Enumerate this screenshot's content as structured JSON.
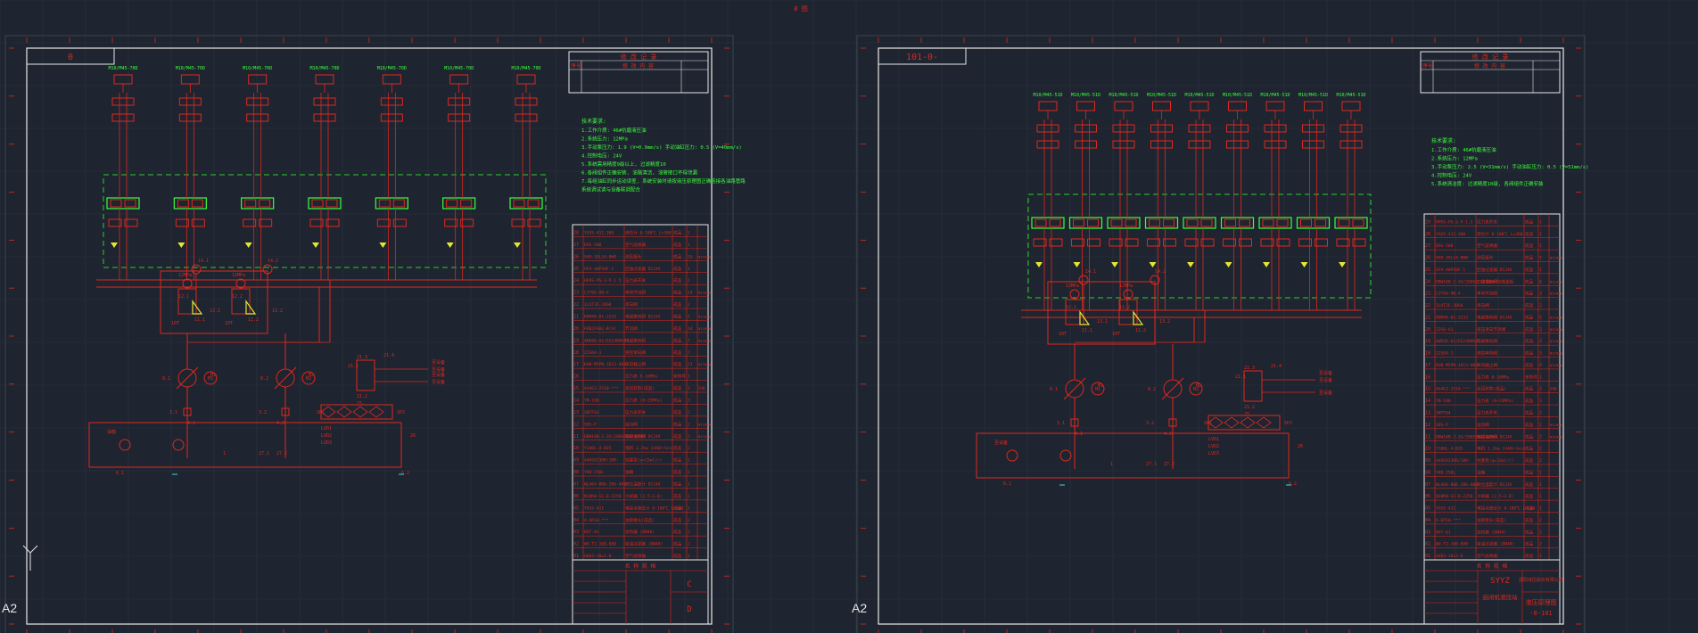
{
  "top_marker": "8 图",
  "sheets": [
    {
      "size_tag": "A2",
      "title_tab": "0",
      "revision_header": "修 改 记 录",
      "revision_cols": [
        "序号",
        "修 改 内 容"
      ],
      "notes_title": "技术要求:",
      "notes": [
        "1.工作介质: 46#抗磨液压油",
        "2.系统压力: 12MPa",
        "3.手动泵压力: 1.9 (V=0.9mm/s)    手动油缸压力: 0.5 (V=40mm/s)",
        "4.控制电压: 24V",
        "5.系统需用精度9级以上, 过滤精度10",
        "6.各阀组件正确安装, 油路清洁, 油管接口不得泄漏",
        "7.每组油缸同步运动误差, 系统安装时请按液压原理图正确连接各油路管路",
        "   系统调试请与设备联调配合"
      ],
      "top_labels": [
        "M10/M45-70D",
        "M10/M45-70D",
        "M10/M45-70D",
        "M10/M45-70D",
        "M10/M45-70D",
        "M10/M45-70D",
        "M10/M45-70D"
      ],
      "lower_labels": [
        "12MPa",
        "12MPa",
        "14.1",
        "12.1",
        "12.2",
        "14.2",
        "13.1",
        "13.2",
        "11.1",
        "11.2",
        "10T",
        "10T",
        "8.1",
        "8.2",
        "M1",
        "M2",
        "21.1",
        "21.2",
        "21.3",
        "21.4",
        "25",
        "SP1",
        "SP2",
        "26",
        "27.1",
        "27.2",
        "1",
        "3.1",
        "3.2",
        "4.1",
        "4.2",
        "6.1",
        "6.2",
        "LVD1",
        "LVD2",
        "LVD3",
        "油箱",
        "至设备",
        "至设备"
      ],
      "bom": [
        {
          "no": "28",
          "code": "YGS5-411-300",
          "name": "液位计 0-100℃ L=300",
          "mat": "成品",
          "qty": "1",
          "remark": ""
        },
        {
          "no": "27",
          "code": "DSG-500",
          "name": "空气滤清器",
          "mat": "成品",
          "qty": "1",
          "remark": ""
        },
        {
          "no": "26",
          "code": "SHV-3SL14.0WB",
          "name": "测压接头",
          "mat": "成品",
          "qty": "15",
          "remark": "NIC00W"
        },
        {
          "no": "25",
          "code": "SFA-40P50F-1",
          "name": "回油过滤器 DC24V",
          "mat": "成品",
          "qty": "1",
          "remark": ""
        },
        {
          "no": "24",
          "code": "HFKS-PS-3-P-1.5",
          "name": "压力表开关",
          "mat": "成品",
          "qty": "1",
          "remark": ""
        },
        {
          "no": "23",
          "code": "CIT06-90-A",
          "name": "单向节流阀",
          "mat": "成品",
          "qty": "14",
          "remark": "NIC00W"
        },
        {
          "no": "22",
          "code": "2LUT2E-20GK",
          "name": "单向阀",
          "mat": "成品",
          "qty": "2",
          "remark": ""
        },
        {
          "no": "21",
          "code": "KDM40-01-2233",
          "name": "电磁换向阀 DC24V",
          "mat": "成品",
          "qty": "5",
          "remark": "NIC00W"
        },
        {
          "no": "20",
          "code": "FR02FA02-B(A)",
          "name": "节流阀",
          "mat": "成品",
          "qty": "14",
          "remark": "NIC00W"
        },
        {
          "no": "19",
          "code": "4WE6D-61/EG24N9K4",
          "name": "电磁换向阀",
          "mat": "成品",
          "qty": "7",
          "remark": "NIC00W"
        },
        {
          "no": "18",
          "code": "Z2S6A-1",
          "name": "液控单向阀",
          "mat": "成品",
          "qty": "7",
          "remark": ""
        },
        {
          "no": "17",
          "code": "KHB-M5PN-1D13-003",
          "name": "单向截止阀",
          "mat": "成品",
          "qty": "21",
          "remark": "NIC00W"
        },
        {
          "no": "16",
          "code": "",
          "name": "压力表 0-16MPa",
          "mat": "采购件",
          "qty": "1",
          "remark": ""
        },
        {
          "no": "15",
          "code": "AA4G3-2510-***",
          "name": "高压软管(成品)",
          "mat": "成品",
          "qty": "3",
          "remark": "外购"
        },
        {
          "no": "14",
          "code": "YN-100",
          "name": "压力表 (0~25MPa)",
          "mat": "成品",
          "qty": "3",
          "remark": ""
        },
        {
          "no": "13",
          "code": "SNTF64",
          "name": "压力表开关",
          "mat": "成品",
          "qty": "2",
          "remark": ""
        },
        {
          "no": "12",
          "code": "SDS-P",
          "name": "溢流阀",
          "mat": "成品",
          "qty": "2",
          "remark": "NIC00W"
        },
        {
          "no": "11",
          "code": "DBW10B-2-3X/200S6EG24N9K4",
          "name": "电磁溢流阀 DC24V",
          "mat": "成品",
          "qty": "2",
          "remark": "NIC00W"
        },
        {
          "no": "10",
          "code": "Y100L-4-B35",
          "name": "电机 2.2kw 1440r/min",
          "mat": "成品",
          "qty": "2",
          "remark": ""
        },
        {
          "no": "09",
          "code": "A4VSO23DR/10R-",
          "name": "柱塞泵(q=25ml/r)",
          "mat": "成品",
          "qty": "2",
          "remark": ""
        },
        {
          "no": "08",
          "code": "YKB-250L",
          "name": "油箱",
          "mat": "成品",
          "qty": "1",
          "remark": ""
        },
        {
          "no": "07",
          "code": "WLA04-B06-2B6-000",
          "name": "液位温度计 DC24V",
          "mat": "成品",
          "qty": "1",
          "remark": ""
        },
        {
          "no": "06",
          "code": "NJ8KW-S1-D-2250",
          "name": "冷却器 (2.5~3.0)",
          "mat": "成品",
          "qty": "1",
          "remark": ""
        },
        {
          "no": "05",
          "code": "YGS5-411",
          "name": "电接点液位计 0-100℃ L=500",
          "mat": "成品",
          "qty": "1",
          "remark": ""
        },
        {
          "no": "04",
          "code": "A-6P10-***",
          "name": "油管接头(成品)",
          "mat": "成品",
          "qty": "2",
          "remark": ""
        },
        {
          "no": "03",
          "code": "BXT-01",
          "name": "加热器 (DN40)",
          "mat": "成品",
          "qty": "2",
          "remark": ""
        },
        {
          "no": "02",
          "code": "WU-T2-160-080",
          "name": "吸油过滤器 (DN40)",
          "mat": "成品",
          "qty": "2",
          "remark": ""
        },
        {
          "no": "01",
          "code": "QUQ3-10x2.0",
          "name": "空气滤清器",
          "mat": "成品",
          "qty": "1",
          "remark": ""
        }
      ],
      "title_block": {
        "header": "名 称 规 格",
        "company": "",
        "drawing": "",
        "rev": "C",
        "sheet": "D"
      }
    },
    {
      "size_tag": "A2",
      "title_tab": "101-0-",
      "revision_header": "修 改 记 录",
      "revision_cols": [
        "序号",
        "修 改 内 容"
      ],
      "notes_title": "技术要求:",
      "notes": [
        "1.工作介质: 46#抗磨液压油",
        "2.系统压力: 12MPa",
        "3.手动泵压力: 2.5 (V=31mm/s)    手动油缸压力: 0.5 (V=51mm/s)",
        "4.控制电压: 24V",
        "5.系统清洁度: 过滤精度10级, 各阀组件正确安装"
      ],
      "top_labels": [
        "M10/M45-51D",
        "M10/M45-51D",
        "M10/M45-51D",
        "M10/M45-51D",
        "M10/M45-51D",
        "M10/M45-51D",
        "M10/M45-51D",
        "M10/M45-51D",
        "M10/M45-51D"
      ],
      "lower_labels": [
        "12MPa",
        "12MPa",
        "14.1",
        "12.1",
        "12.2",
        "14.2",
        "13.1",
        "13.2",
        "11.1",
        "11.2",
        "10T",
        "10T",
        "8.1",
        "8.2",
        "M1",
        "M2",
        "21.1",
        "21.2",
        "21.3",
        "21.4",
        "25",
        "SP1",
        "SP2",
        "26",
        "27.1",
        "27.2",
        "1",
        "3.1",
        "3.2",
        "4.1",
        "4.2",
        "6.1",
        "6.2",
        "LVD1",
        "LVD2",
        "LVD3",
        "至设备",
        "至设备"
      ],
      "bom": [
        {
          "no": "29",
          "code": "HFKS-PS-3-P-1.5",
          "name": "压力表开关",
          "mat": "成品",
          "qty": "1",
          "remark": ""
        },
        {
          "no": "28",
          "code": "YGS5-411-300",
          "name": "液位计 0-100℃ L=300",
          "mat": "成品",
          "qty": "1",
          "remark": ""
        },
        {
          "no": "27",
          "code": "DSG-500",
          "name": "空气滤清器",
          "mat": "成品",
          "qty": "1",
          "remark": ""
        },
        {
          "no": "26",
          "code": "SHV-3SL14.0WB",
          "name": "测压接头",
          "mat": "成品",
          "qty": "7",
          "remark": "NIC00W"
        },
        {
          "no": "25",
          "code": "SFA-40P50F-1",
          "name": "回油过滤器 DC24V",
          "mat": "成品",
          "qty": "1",
          "remark": ""
        },
        {
          "no": "24",
          "code": "DBW10B-2-3X/200S6EG24N9K4",
          "name": "二通插装阀控制盖板",
          "mat": "成品",
          "qty": "6",
          "remark": "NIC00W"
        },
        {
          "no": "23",
          "code": "CIT06-90-A",
          "name": "单向节流阀",
          "mat": "成品",
          "qty": "3",
          "remark": "NIC00W"
        },
        {
          "no": "22",
          "code": "2LUT2E-20GK",
          "name": "单向阀",
          "mat": "成品",
          "qty": "2",
          "remark": ""
        },
        {
          "no": "21",
          "code": "KDM40-01-2233",
          "name": "电磁换向阀 DC24V",
          "mat": "成品",
          "qty": "5",
          "remark": "NIC00W"
        },
        {
          "no": "20",
          "code": "Z2S6-A1",
          "name": "液压单向节流阀",
          "mat": "成品",
          "qty": "3",
          "remark": "NIC00W"
        },
        {
          "no": "19",
          "code": "4WE6D-61/EG24N9K4",
          "name": "电磁换向阀",
          "mat": "成品",
          "qty": "3",
          "remark": "NIC00W"
        },
        {
          "no": "18",
          "code": "Z2S6A-1",
          "name": "液控单向阀",
          "mat": "成品",
          "qty": "3",
          "remark": "NIC00W"
        },
        {
          "no": "17",
          "code": "KHB-M5PN-1D13-003",
          "name": "单向截止阀",
          "mat": "成品",
          "qty": "9",
          "remark": "NIC00W"
        },
        {
          "no": "16",
          "code": "",
          "name": "压力表 0-16MPa",
          "mat": "采购件",
          "qty": "1",
          "remark": ""
        },
        {
          "no": "15",
          "code": "AA4G3-2510-***",
          "name": "高压软管(成品)",
          "mat": "成品",
          "qty": "3",
          "remark": "外购"
        },
        {
          "no": "14",
          "code": "YN-100",
          "name": "压力表 (0~25MPa)",
          "mat": "成品",
          "qty": "3",
          "remark": ""
        },
        {
          "no": "13",
          "code": "SNTF64",
          "name": "压力表开关",
          "mat": "成品",
          "qty": "2",
          "remark": ""
        },
        {
          "no": "12",
          "code": "SDS-P",
          "name": "溢流阀",
          "mat": "成品",
          "qty": "2",
          "remark": "NIC00W"
        },
        {
          "no": "11",
          "code": "DBW10B-2-3X/200S6EG24N9K4",
          "name": "电磁溢流阀 DC24V",
          "mat": "成品",
          "qty": "2",
          "remark": "NIC00W"
        },
        {
          "no": "10",
          "code": "Y100L-4-B35",
          "name": "电机 2.2kw 1440r/min",
          "mat": "成品",
          "qty": "2",
          "remark": ""
        },
        {
          "no": "09",
          "code": "A4VSO23DR/10R-",
          "name": "柱塞泵(q=32ml/r)",
          "mat": "成品",
          "qty": "2",
          "remark": ""
        },
        {
          "no": "08",
          "code": "YKB-250L",
          "name": "油箱",
          "mat": "成品",
          "qty": "1",
          "remark": ""
        },
        {
          "no": "07",
          "code": "WLA04-B06-2B6-000",
          "name": "液位温度计 DC24V",
          "mat": "成品",
          "qty": "1",
          "remark": ""
        },
        {
          "no": "06",
          "code": "NJ8KW-S1-D-2250",
          "name": "冷却器 (2.5~3.0)",
          "mat": "成品",
          "qty": "1",
          "remark": ""
        },
        {
          "no": "05",
          "code": "YGS5-411",
          "name": "电接点液位计 0-100℃ L=500",
          "mat": "成品",
          "qty": "1",
          "remark": ""
        },
        {
          "no": "04",
          "code": "A-6P10-***",
          "name": "油管接头(成品)",
          "mat": "成品",
          "qty": "2",
          "remark": ""
        },
        {
          "no": "03",
          "code": "BXT-01",
          "name": "加热器 (DN40)",
          "mat": "成品",
          "qty": "2",
          "remark": ""
        },
        {
          "no": "02",
          "code": "WU-T2-160-080",
          "name": "吸油过滤器 (DN40)",
          "mat": "成品",
          "qty": "2",
          "remark": ""
        },
        {
          "no": "01",
          "code": "QUQ3-10x2.0",
          "name": "空气滤清器",
          "mat": "成品",
          "qty": "1",
          "remark": ""
        }
      ],
      "title_block": {
        "header": "名 称 规 格",
        "company": "SYYZ",
        "company_full": "邵阳液压股份有限公司",
        "drawing": "液压原理图",
        "subtitle": "启闭机液压站",
        "code": "-0-101"
      }
    }
  ],
  "colors": {
    "background": "#1e2430",
    "grid": "#2a3340",
    "frame": "#e8e8e8",
    "line": "#e0281e",
    "dash": "#2ad12a",
    "note": "#3cff3c",
    "yellow": "#e6e632",
    "cyan": "#3fd7e6"
  }
}
